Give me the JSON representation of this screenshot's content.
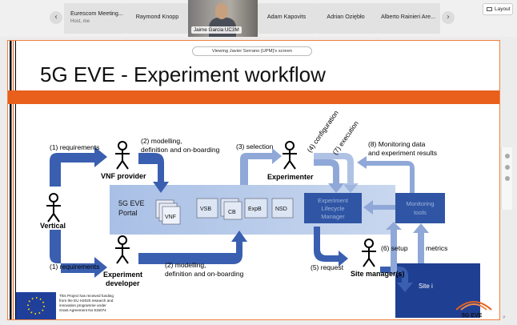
{
  "participants": {
    "prev_arrow_icon": "chevron-left-icon",
    "next_arrow_icon": "chevron-right-icon",
    "host_tile": {
      "name": "Eurescom Meeting...",
      "role": "Host, me"
    },
    "tiles": [
      "Raymond Knopp",
      "Adam Kapovits",
      "Adrian Oziębło",
      "Alberto Rainieri Are..."
    ],
    "active_speaker": "Jaime Garcia UC3M",
    "layout_label": "Layout"
  },
  "screen_share": {
    "banner": "Viewing Javier Serrano [UPM]'s screen"
  },
  "slide": {
    "title": "5G EVE - Experiment workflow",
    "colors": {
      "title_bar": "#e8601c",
      "arrow_blue": "#3a5fb0",
      "portal_bg": "#b8cbe8",
      "ext_bg": "#2f55a4",
      "site_bg": "#1e3f92"
    },
    "actors": {
      "vnf_provider": "VNF provider",
      "vertical": "Vertical",
      "experiment_developer": [
        "Experiment",
        "developer"
      ],
      "experimenter": "Experimenter",
      "site_manager": "Site manager(s)"
    },
    "steps": {
      "req_top": "(1) requirements",
      "req_bottom": "(1) requirements",
      "model_top": [
        "(2) modelling,",
        "definition and on-boarding"
      ],
      "model_bottom": [
        "(2) modelling,",
        "definition and on-boarding"
      ],
      "selection": "(3) selection",
      "configuration": "(4) configuration",
      "execution": "(7) execution",
      "monitoring": [
        "(8) Monitoring data",
        "and experiment results"
      ],
      "request": "(5) request",
      "setup": "(6) setup",
      "metrics": "metrics"
    },
    "portal": {
      "title": [
        "5G EVE",
        "Portal"
      ],
      "vnf": "VNF",
      "vsb": "VSB",
      "cb": "CB",
      "expb": "ExpB",
      "nsd": "NSD"
    },
    "elm": [
      "Experiment",
      "Lifecycle",
      "Manager"
    ],
    "monitoring_tools": [
      "Monitoring",
      "tools"
    ],
    "site": "Site i",
    "footer_logo": "5G EVE",
    "funding_text": [
      "This Project has received funding",
      "from the EU H2020 research and",
      "innovation programme under",
      "Grant Agreement No 815074"
    ]
  }
}
